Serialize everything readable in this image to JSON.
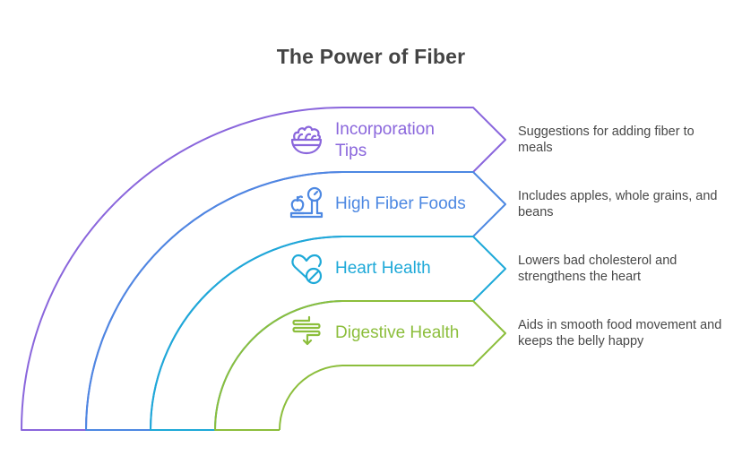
{
  "title": "The Power of Fiber",
  "layers": [
    {
      "label": "Incorporation Tips",
      "label_lines": [
        "Incorporation",
        "Tips"
      ],
      "description": "Suggestions for adding fiber to meals",
      "icon": "salad-bowl-icon",
      "color": "#8a66dc"
    },
    {
      "label": "High Fiber Foods",
      "label_lines": [
        "High Fiber Foods"
      ],
      "description": "Includes apples, whole grains, and beans",
      "icon": "apple-scale-icon",
      "color": "#4d88e2"
    },
    {
      "label": "Heart Health",
      "label_lines": [
        "Heart Health"
      ],
      "description": "Lowers bad cholesterol and strengthens the heart",
      "icon": "heart-slash-icon",
      "color": "#1ea9d8"
    },
    {
      "label": "Digestive Health",
      "label_lines": [
        "Digestive Health"
      ],
      "description": "Aids in smooth food movement and keeps the belly happy",
      "icon": "intestine-icon",
      "color": "#8cbe3c"
    }
  ]
}
